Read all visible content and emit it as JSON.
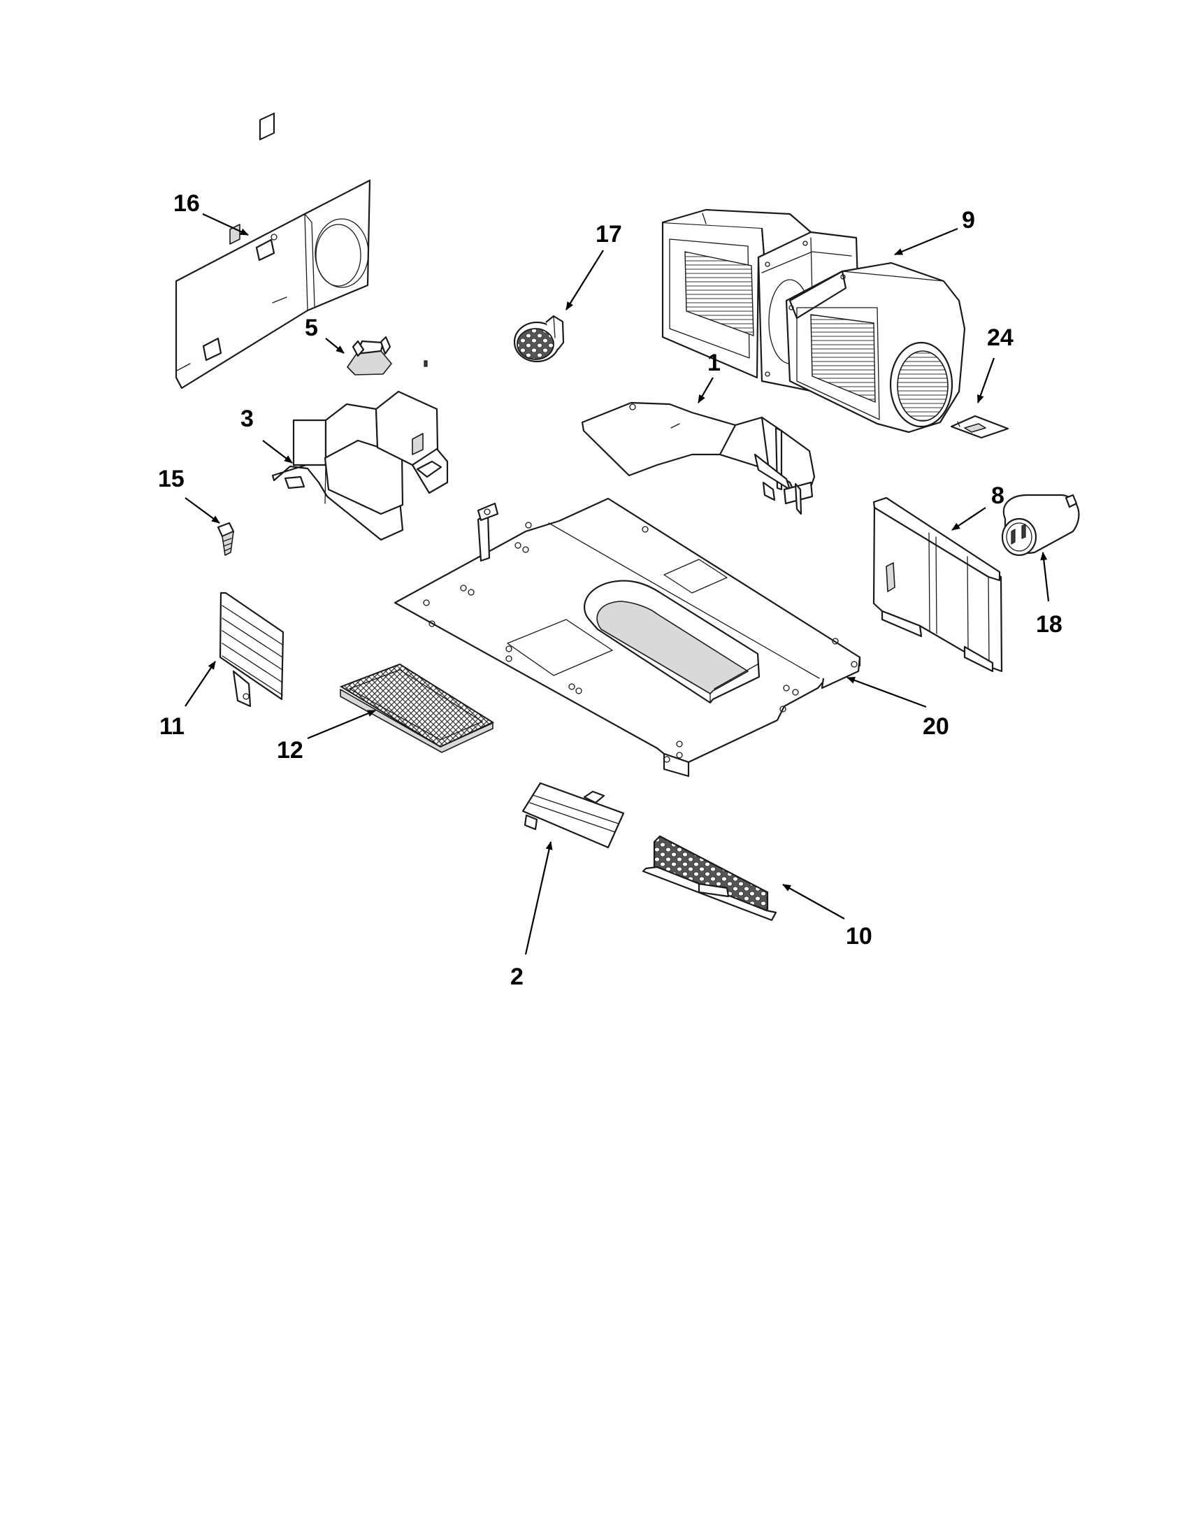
{
  "callouts": [
    {
      "id": "16",
      "text": "16"
    },
    {
      "id": "5",
      "text": "5"
    },
    {
      "id": "3",
      "text": "3"
    },
    {
      "id": "15",
      "text": "15"
    },
    {
      "id": "11",
      "text": "11"
    },
    {
      "id": "12",
      "text": "12"
    },
    {
      "id": "17",
      "text": "17"
    },
    {
      "id": "1",
      "text": "1"
    },
    {
      "id": "9",
      "text": "9"
    },
    {
      "id": "24",
      "text": "24"
    },
    {
      "id": "8",
      "text": "8"
    },
    {
      "id": "18",
      "text": "18"
    },
    {
      "id": "20",
      "text": "20"
    },
    {
      "id": "2",
      "text": "2"
    },
    {
      "id": "10",
      "text": "10"
    }
  ],
  "colors": {
    "line": "#1a1a1a",
    "shade": "#d9d9d9",
    "background": "#ffffff"
  }
}
